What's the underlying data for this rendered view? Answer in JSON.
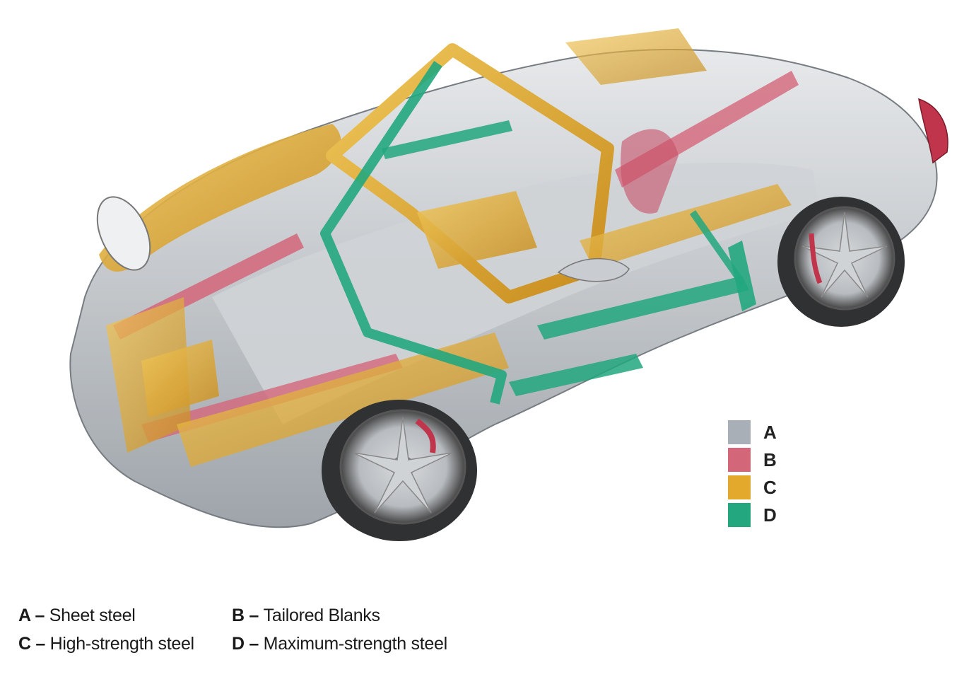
{
  "legend": {
    "swatches": [
      {
        "letter": "A",
        "color": "#a9afb6"
      },
      {
        "letter": "B",
        "color": "#d4667a"
      },
      {
        "letter": "C",
        "color": "#e3a92c"
      },
      {
        "letter": "D",
        "color": "#22a77e"
      }
    ]
  },
  "caption": {
    "items": [
      {
        "key": "A",
        "text": "Sheet steel"
      },
      {
        "key": "B",
        "text": "Tailored Blanks"
      },
      {
        "key": "C",
        "text": "High-strength steel"
      },
      {
        "key": "D",
        "text": "Maximum-strength steel"
      }
    ],
    "separator": " – "
  }
}
